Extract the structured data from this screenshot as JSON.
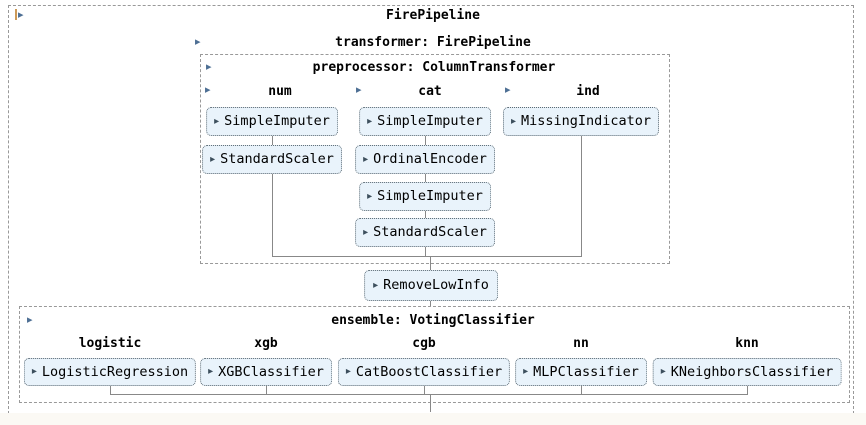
{
  "title": "FirePipeline",
  "transformer_label": "transformer: FirePipeline",
  "preprocessor": {
    "title": "preprocessor: ColumnTransformer",
    "columns": [
      {
        "label": "num",
        "steps": [
          "SimpleImputer",
          "StandardScaler"
        ]
      },
      {
        "label": "cat",
        "steps": [
          "SimpleImputer",
          "OrdinalEncoder",
          "SimpleImputer",
          "StandardScaler"
        ]
      },
      {
        "label": "ind",
        "steps": [
          "MissingIndicator"
        ]
      }
    ]
  },
  "post_transform_step": "RemoveLowInfo",
  "ensemble": {
    "title": "ensemble: VotingClassifier",
    "columns": [
      {
        "label": "logistic",
        "steps": [
          "LogisticRegression"
        ]
      },
      {
        "label": "xgb",
        "steps": [
          "XGBClassifier"
        ]
      },
      {
        "label": "cgb",
        "steps": [
          "CatBoostClassifier"
        ]
      },
      {
        "label": "nn",
        "steps": [
          "MLPClassifier"
        ]
      },
      {
        "label": "knn",
        "steps": [
          "KNeighborsClassifier"
        ]
      }
    ]
  },
  "glyphs": {
    "triangle": "▸"
  },
  "colors": {
    "estimator_bg": "#e9f3fb",
    "estimator_border": "#56656f",
    "dashed_border": "#999999",
    "connector": "#888888",
    "triangle": "#4d6f94",
    "focus_bar": "#cd9a57"
  }
}
